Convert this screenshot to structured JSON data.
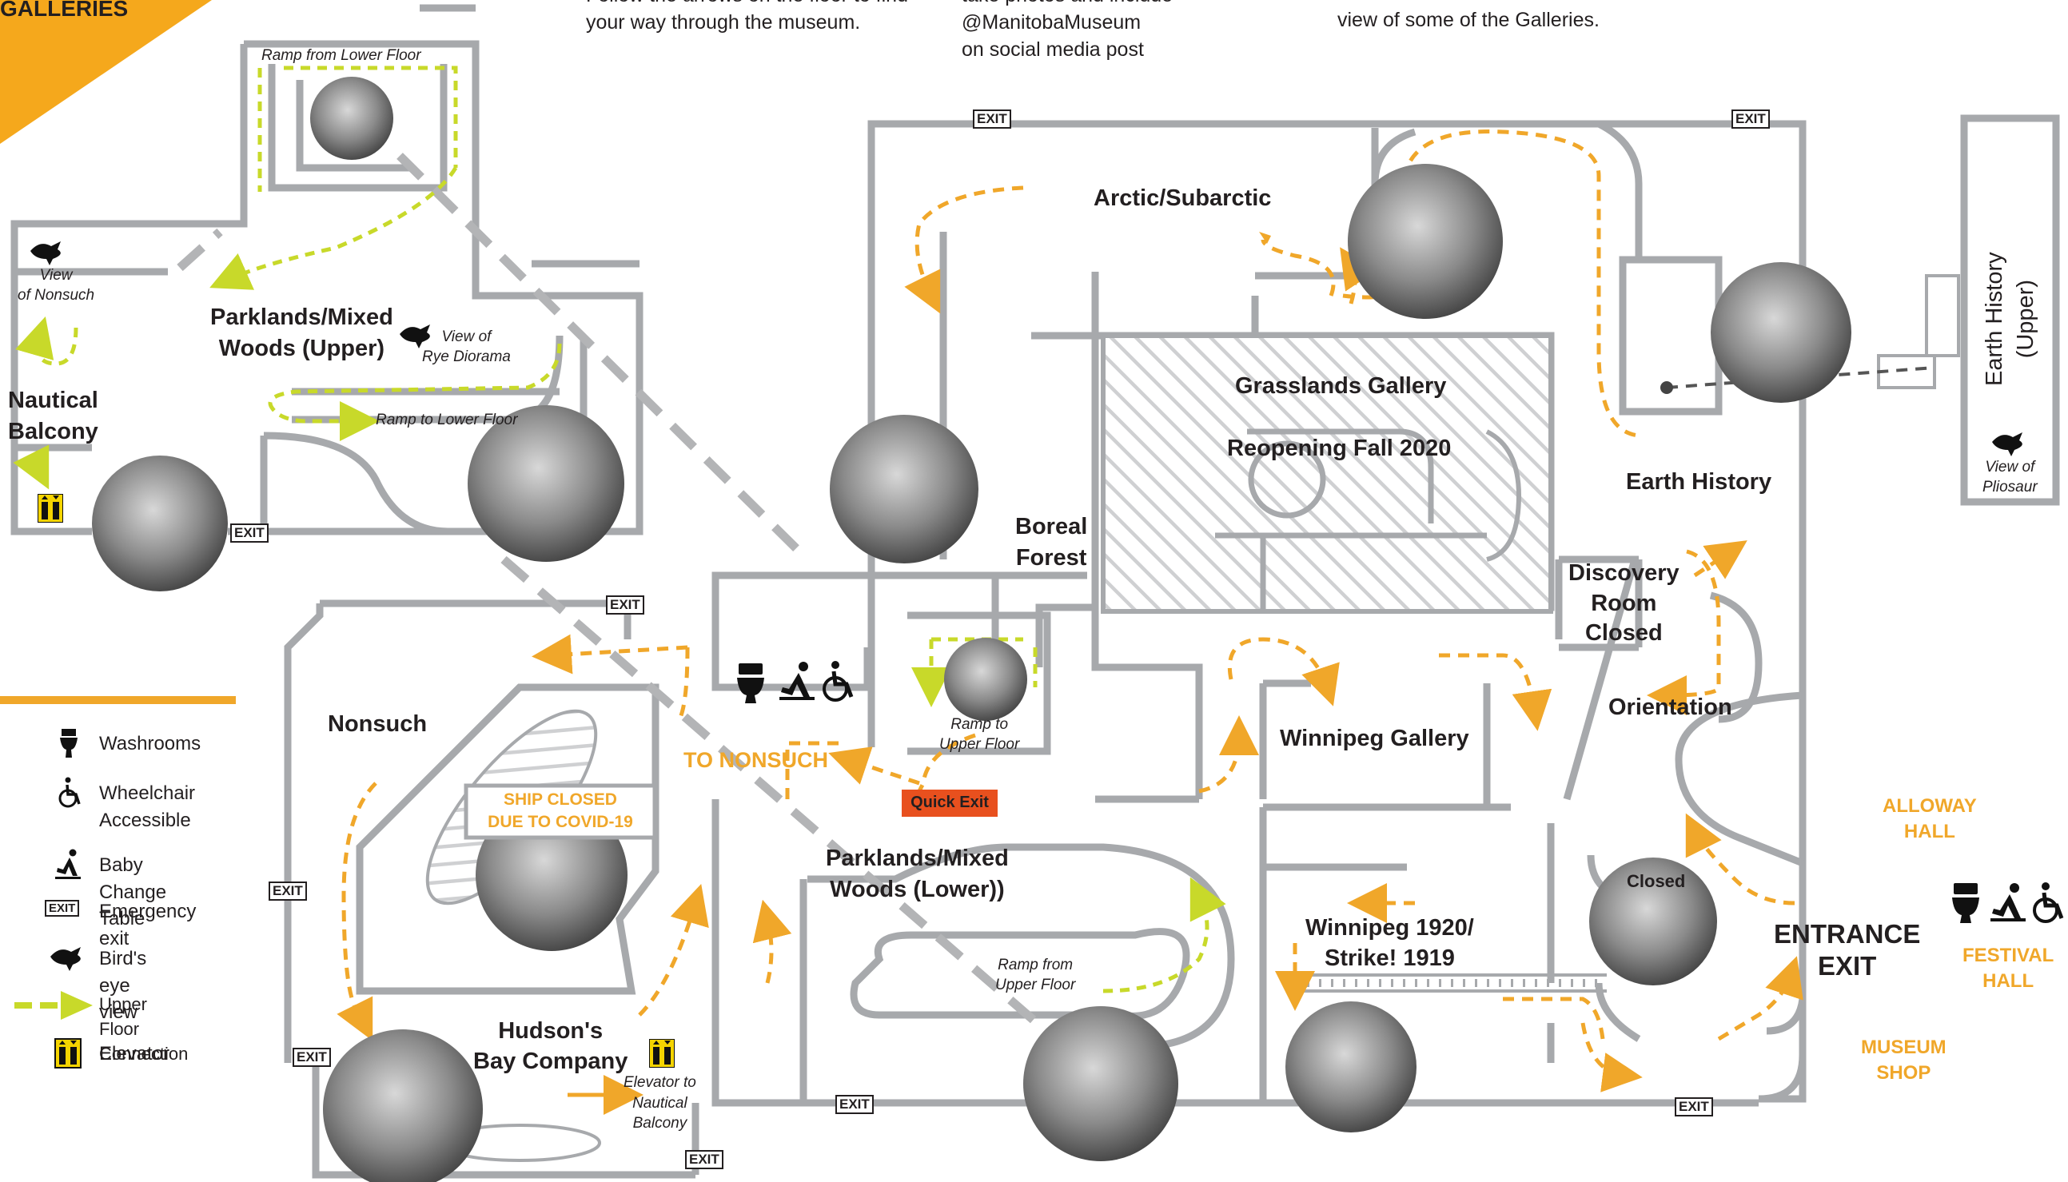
{
  "header": {
    "corner_label": "GALLERIES",
    "tip1": "Follow the arrows on the floor to find\nyour way through the museum.",
    "tip2": "take photos and include\n@ManitobaMuseum\non social media post",
    "tip3": "view of some of the Galleries."
  },
  "galleries": {
    "arctic": "Arctic/Subarctic",
    "grasslands": "Grasslands Gallery",
    "grasslands_status": "Reopening Fall 2020",
    "boreal": "Boreal\nForest",
    "earth_history": "Earth History",
    "earth_history_upper": "Earth History (Upper)",
    "discovery": "Discovery\nRoom\nClosed",
    "orientation": "Orientation",
    "winnipeg": "Winnipeg Gallery",
    "winnipeg_1920": "Winnipeg 1920/\nStrike! 1919",
    "parklands_lower": "Parklands/Mixed\nWoods (Lower))",
    "parklands_upper": "Parklands/Mixed\nWoods  (Upper)",
    "nautical": "Nautical\nBalcony",
    "nonsuch": "Nonsuch",
    "hbc": "Hudson's\nBay Company",
    "entrance": "ENTRANCE\nEXIT"
  },
  "notes": {
    "ramp_from_lower": "Ramp from Lower Floor",
    "ramp_to_lower": "Ramp to Lower Floor",
    "view_nonsuch": "View\nof Nonsuch",
    "view_rye": "View of\nRye Diorama",
    "ramp_to_upper": "Ramp to\nUpper Floor",
    "ramp_from_upper": "Ramp from\nUpper Floor",
    "elevator_to_nautical": "Elevator to\nNautical\nBalcony",
    "view_pliosaur": "View of\nPliosaur",
    "closed": "Closed"
  },
  "callouts": {
    "to_nonsuch": "TO NONSUCH",
    "ship_closed": "SHIP CLOSED\nDUE TO COVID-19",
    "quick_exit": "Quick Exit",
    "alloway": "ALLOWAY\nHALL",
    "festival": "FESTIVAL\nHALL",
    "museum_shop": "MUSEUM\nSHOP"
  },
  "exit_label": "EXIT",
  "legend": [
    {
      "icon": "toilet-icon",
      "label": "Washrooms"
    },
    {
      "icon": "wheelchair-icon",
      "label": "Wheelchair\nAccessible"
    },
    {
      "icon": "baby-change-icon",
      "label": "Baby Change Table"
    },
    {
      "icon": "exit-sign-icon",
      "label": "Emergency exit"
    },
    {
      "icon": "bird-icon",
      "label": "Bird's eye view"
    },
    {
      "icon": "upper-floor-arrow-icon",
      "label": "Upper Floor Connection"
    },
    {
      "icon": "elevator-icon",
      "label": "Elevator"
    }
  ],
  "colors": {
    "wall": "#a7a9ac",
    "orange_path": "#f0a72a",
    "green_path": "#c8d92a",
    "orange_banner": "#f5a81c",
    "quick_exit_bg": "#e8501e",
    "hatch": "#cfd0d2",
    "text": "#231f20"
  }
}
